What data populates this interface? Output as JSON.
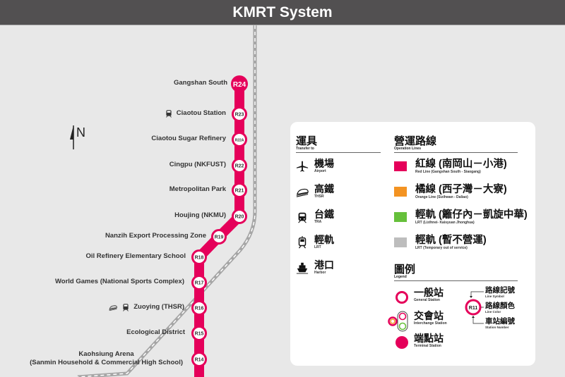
{
  "header": {
    "title": "KMRT System"
  },
  "compass": {
    "label": "N"
  },
  "colors": {
    "red_line": "#e5005a",
    "orange_line": "#f39322",
    "lrt_line": "#66c03b",
    "lrt_inactive": "#bdbdbd",
    "rail_track": "#a6a6a6",
    "background": "#e8e8e8",
    "header_bg": "#525051"
  },
  "stations": [
    {
      "code": "R24",
      "name": "Gangshan South",
      "type": "terminal",
      "transfer": []
    },
    {
      "code": "R23",
      "name": "Ciaotou Station",
      "type": "general",
      "transfer": [
        "tra-icon"
      ]
    },
    {
      "code": "R22A",
      "name": "Ciaotou Sugar Refinery",
      "type": "general",
      "transfer": []
    },
    {
      "code": "R22",
      "name": "Cingpu (NKFUST)",
      "type": "general",
      "transfer": []
    },
    {
      "code": "R21",
      "name": "Metropolitan Park",
      "type": "general",
      "transfer": []
    },
    {
      "code": "R20",
      "name": "Houjing (NKMU)",
      "type": "general",
      "transfer": []
    },
    {
      "code": "R19",
      "name": "Nanzih Export Processing Zone",
      "type": "general",
      "transfer": []
    },
    {
      "code": "R18",
      "name": "Oil Refinery Elementary School",
      "type": "general",
      "transfer": []
    },
    {
      "code": "R17",
      "name": "World Games (National Sports Complex)",
      "type": "general",
      "transfer": []
    },
    {
      "code": "R16",
      "name": "Zuoying (THSR)",
      "type": "general",
      "transfer": [
        "thsr-icon",
        "tra-icon"
      ]
    },
    {
      "code": "R15",
      "name": "Ecological District",
      "type": "general",
      "transfer": []
    },
    {
      "code": "R14",
      "name_line1": "Kaohsiung Arena",
      "name_line2": "(Sanmin Household & Commercial High School)",
      "type": "general",
      "transfer": []
    }
  ],
  "legend": {
    "transfer": {
      "title_zh": "運具",
      "title_en": "Transfer to",
      "items": [
        {
          "icon": "airport-icon",
          "zh": "機場",
          "en": "Airport"
        },
        {
          "icon": "thsr-icon",
          "zh": "高鐵",
          "en": "THSR"
        },
        {
          "icon": "tra-icon",
          "zh": "台鐵",
          "en": "TRA"
        },
        {
          "icon": "lrt-icon",
          "zh": "輕軌",
          "en": "LRT"
        },
        {
          "icon": "harbor-icon",
          "zh": "港口",
          "en": "Harbor"
        }
      ]
    },
    "lines": {
      "title_zh": "營運路線",
      "title_en": "Operation Lines",
      "items": [
        {
          "color": "#e5005a",
          "zh": "紅線 (南岡山－小港)",
          "en": "Red Line (Gangshan South - Siaogang)"
        },
        {
          "color": "#f39322",
          "zh": "橘線 (西子灣－大寮)",
          "en": "Orange Line (Sizihwan - Daliao)"
        },
        {
          "color": "#66c03b",
          "zh": "輕軌 (籬仔內－凱旋中華)",
          "en": "LRT (Lizihnei- Kaisyuan Jhonghua)"
        },
        {
          "color": "#bdbdbd",
          "zh": "輕軌 (暫不營運)",
          "en": "LRT (Temporary out of service)"
        }
      ]
    },
    "symbols": {
      "title_zh": "圖例",
      "title_en": "Legend",
      "general": {
        "zh": "一般站",
        "en": "General Station"
      },
      "interchange": {
        "zh": "交會站",
        "en": "Interchange Station"
      },
      "terminal": {
        "zh": "端點站",
        "en": "Terminal Station"
      },
      "sample_code": "R11",
      "line_symbol": {
        "zh": "路線記號",
        "en": "Line Symbol"
      },
      "line_color": {
        "zh": "路線顏色",
        "en": "Line Color"
      },
      "station_number": {
        "zh": "車站編號",
        "en": "Station Number"
      }
    }
  }
}
